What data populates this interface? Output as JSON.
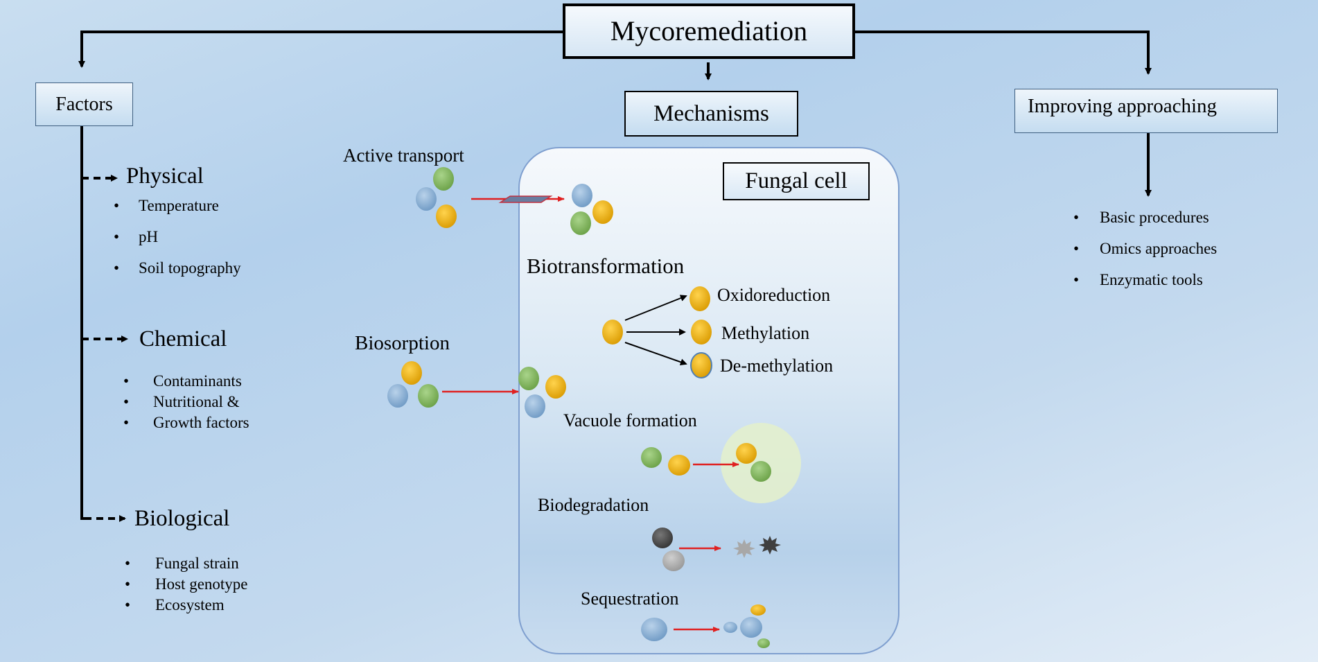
{
  "title": "Mycoremediation",
  "factors": {
    "header": "Factors",
    "physical": {
      "label": "Physical",
      "items": [
        "Temperature",
        "pH",
        "Soil topography"
      ]
    },
    "chemical": {
      "label": "Chemical",
      "items": [
        "Contaminants",
        "Nutritional &",
        "Growth factors"
      ]
    },
    "biological": {
      "label": "Biological",
      "items": [
        "Fungal strain",
        "Host genotype",
        "Ecosystem"
      ]
    }
  },
  "mechanisms": {
    "header": "Mechanisms",
    "fungal_cell": "Fungal cell",
    "active_transport": "Active transport",
    "biosorption": "Biosorption",
    "biotransformation": {
      "label": "Biotransformation",
      "items": [
        "Oxidoreduction",
        "Methylation",
        "De-methylation"
      ]
    },
    "vacuole_formation": "Vacuole formation",
    "biodegradation": "Biodegradation",
    "sequestration": "Sequestration"
  },
  "improving": {
    "header": "Improving approaching",
    "items": [
      "Basic procedures",
      "Omics approaches",
      "Enzymatic tools"
    ]
  },
  "colors": {
    "orange": "#e9a800",
    "green": "#7fb35a",
    "blue": "#7ea7cf",
    "dark_gray": "#4a4a4a",
    "light_gray": "#a8a8a8",
    "red_arrow": "#e02020",
    "cell_border": "#7f9fcf"
  }
}
